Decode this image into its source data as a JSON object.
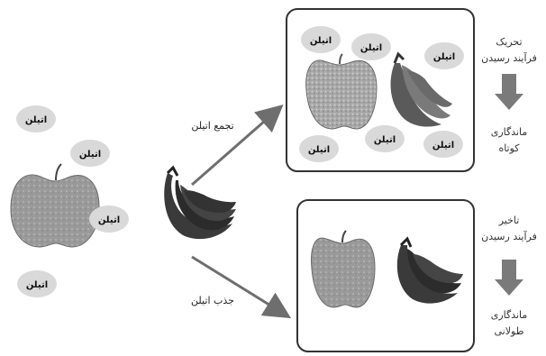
{
  "bubble_label": "اتیلن",
  "arrows": {
    "upper_label": "تجمع اتیلن",
    "lower_label": "جذب اتیلن"
  },
  "top_panel": {
    "side_line1": "تحریک",
    "side_line2": "فرآیند رسیدن",
    "result_line1": "ماندگاری",
    "result_line2": "کوتاه"
  },
  "bottom_panel": {
    "side_line1": "تاخیر",
    "side_line2": "فرآیند رسیدن",
    "result_line1": "ماندگاری",
    "result_line2": "طولانی"
  },
  "colors": {
    "bubble_fill": "#d9d9d9",
    "arrow": "#6e6e6e",
    "panel_border": "#333333",
    "down_arrow": "#7a7a7a"
  }
}
